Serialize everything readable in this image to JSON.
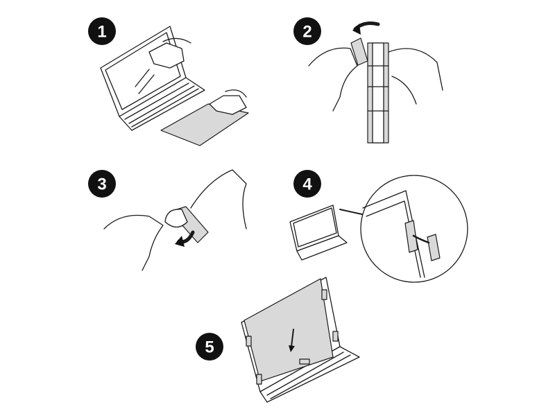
{
  "steps": [
    {
      "number": "1"
    },
    {
      "number": "2"
    },
    {
      "number": "3"
    },
    {
      "number": "4"
    },
    {
      "number": "5"
    }
  ],
  "colors": {
    "badge": "#111111",
    "filter_gray": "#d9d9d9",
    "line": "#1a1a1a"
  }
}
